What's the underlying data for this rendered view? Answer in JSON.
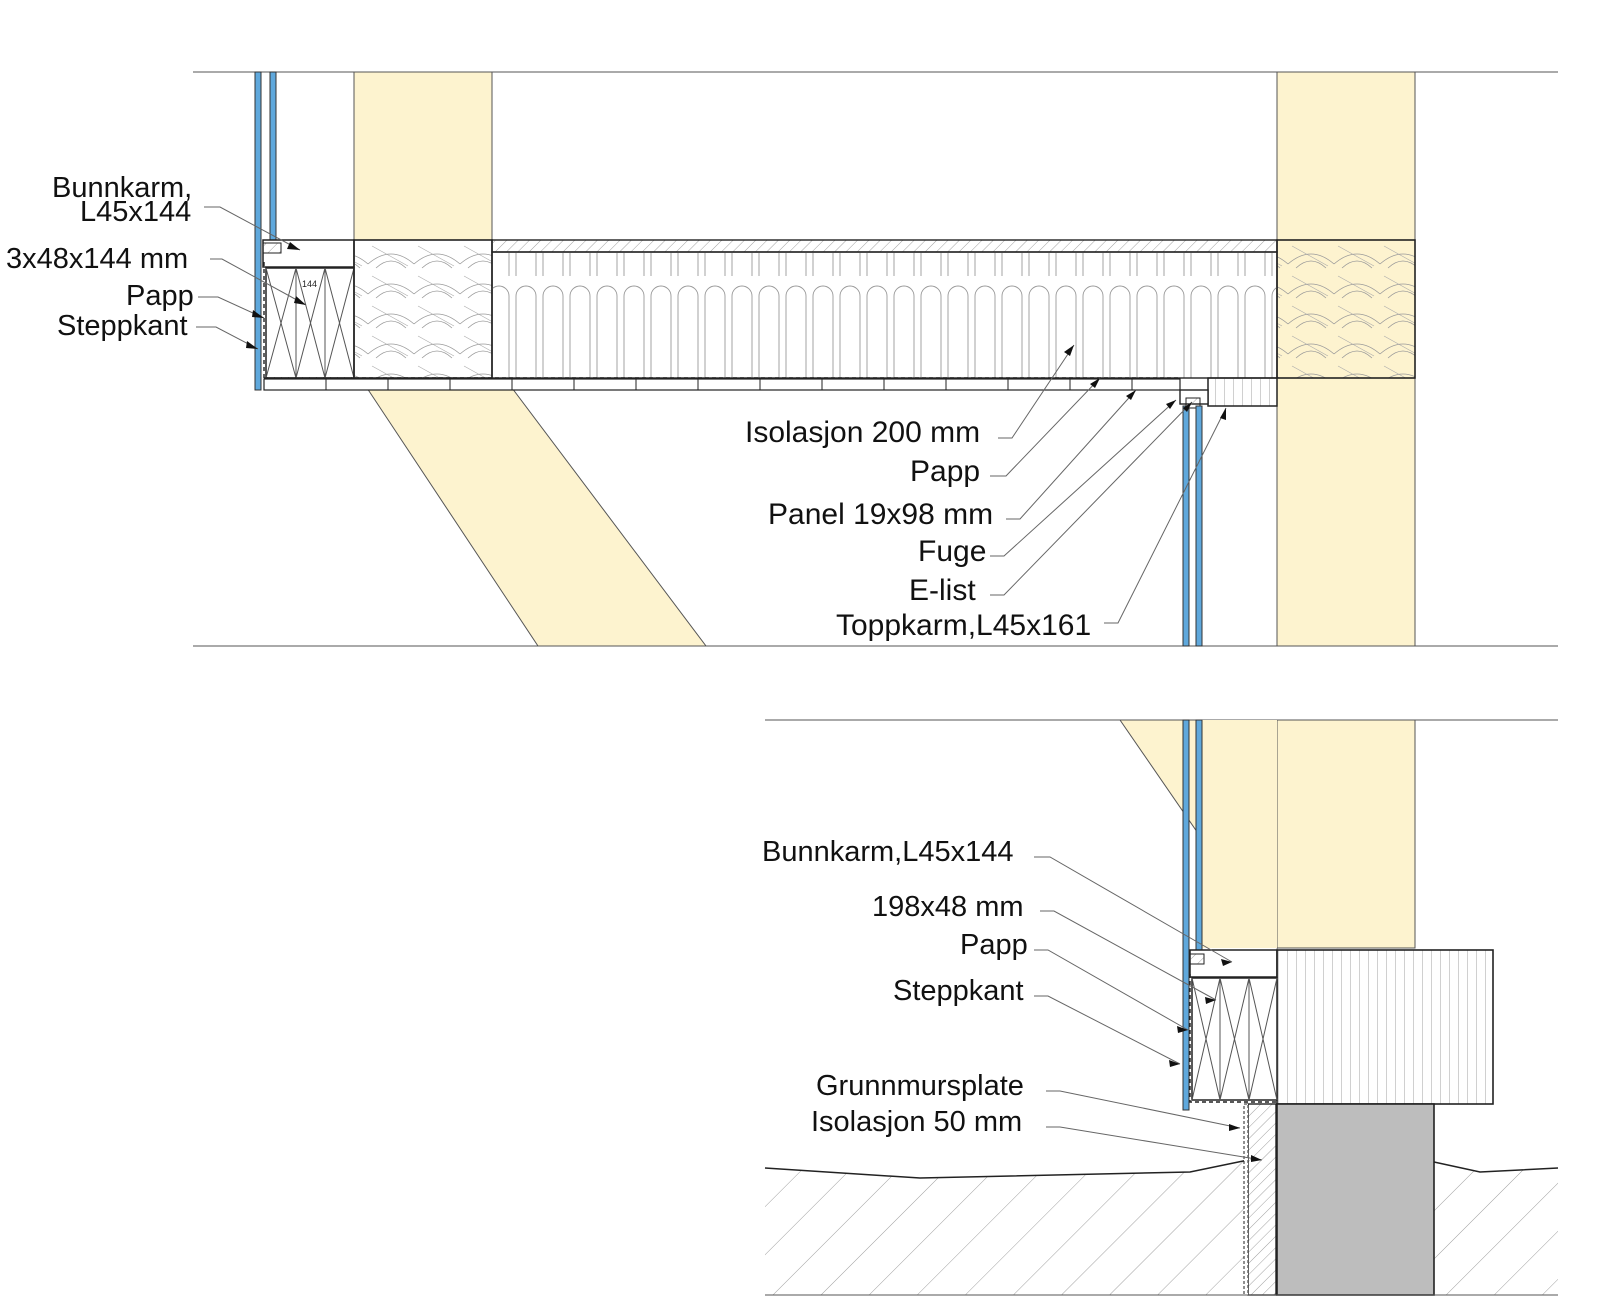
{
  "colors": {
    "timber": "#fdf3cf",
    "glass": "#5fa8dc",
    "concrete": "#bdbdbd",
    "ink": "#222222"
  },
  "labels": {
    "top_left": {
      "bunnkarm_line1": "Bunnkarm,",
      "bunnkarm_line2": "L45x144",
      "lumber": "3x48x144 mm",
      "papp": "Papp",
      "steppkant": "Steppkant",
      "dimension_mark": "144"
    },
    "top_right": {
      "isolasjon": "Isolasjon 200 mm",
      "papp": "Papp",
      "panel": "Panel 19x98 mm",
      "fuge": "Fuge",
      "elist": "E-list",
      "toppkarm": "Toppkarm,L45x161"
    },
    "bottom": {
      "bunnkarm": "Bunnkarm,L45x144",
      "lumber": "198x48 mm",
      "papp": "Papp",
      "steppkant": "Steppkant",
      "grunnmursplate": "Grunnmursplate",
      "isolasjon": "Isolasjon 50 mm"
    }
  }
}
